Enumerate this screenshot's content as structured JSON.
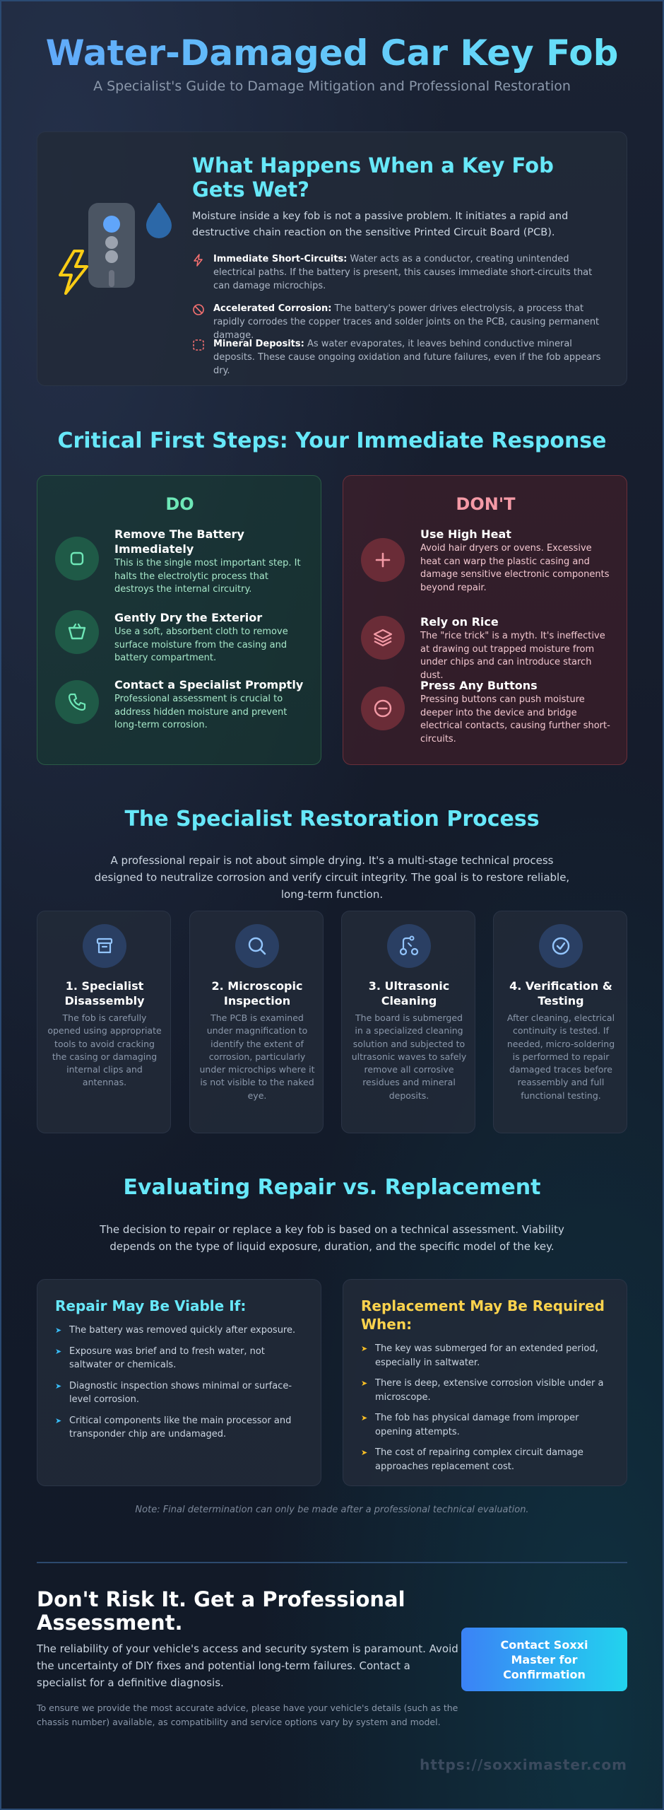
{
  "hero": {
    "title": "Water-Damaged Car Key Fob",
    "subtitle": "A Specialist's Guide to Damage Mitigation and Professional Restoration"
  },
  "intro": {
    "illustration_icon": "key-fob-water-lightning-icon",
    "title": "What Happens When a Key Fob Gets Wet?",
    "body": "Moisture inside a key fob is not a passive problem. It initiates a rapid and destructive chain reaction on the sensitive Printed Circuit Board (PCB).",
    "risks": [
      {
        "icon": "lightning-icon",
        "title": "Immediate Short-Circuits:",
        "text": " Water acts as a conductor, creating unintended electrical paths. If the battery is present, this causes immediate short-circuits that can damage microchips."
      },
      {
        "icon": "prohibited-icon",
        "title": "Accelerated Corrosion:",
        "text": " The battery's power drives electrolysis, a process that rapidly corrodes the copper traces and solder joints on the PCB, causing permanent damage."
      },
      {
        "icon": "dotted-square-icon",
        "title": "Mineral Deposits:",
        "text": " As water evaporates, it leaves behind conductive mineral deposits. These cause ongoing oxidation and future failures, even if the fob appears dry."
      }
    ]
  },
  "first_steps": {
    "title": "Critical First Steps: Your Immediate Response",
    "do": {
      "heading": "DO",
      "items": [
        {
          "icon": "battery-icon",
          "title": "Remove The Battery Immediately",
          "text": "This is the single most important step. It halts the electrolytic process that destroys the internal circuitry."
        },
        {
          "icon": "basket-icon",
          "title": "Gently Dry the Exterior",
          "text": "Use a soft, absorbent cloth to remove surface moisture from the casing and battery compartment."
        },
        {
          "icon": "phone-icon",
          "title": "Contact a Specialist Promptly",
          "text": "Professional assessment is crucial to address hidden moisture and prevent long-term corrosion."
        }
      ]
    },
    "dont": {
      "heading": "DON'T",
      "items": [
        {
          "icon": "plus-icon",
          "title": "Use High Heat",
          "text": "Avoid hair dryers or ovens. Excessive heat can warp the plastic casing and damage sensitive electronic components beyond repair."
        },
        {
          "icon": "layers-icon",
          "title": "Rely on Rice",
          "text": "The \"rice trick\" is a myth. It's ineffective at drawing out trapped moisture from under chips and can introduce starch dust."
        },
        {
          "icon": "minus-circle-icon",
          "title": "Press Any Buttons",
          "text": "Pressing buttons can push moisture deeper into the device and bridge electrical contacts, causing further short-circuits."
        }
      ]
    }
  },
  "process": {
    "title": "The Specialist Restoration Process",
    "intro": "A professional repair is not about simple drying. It's a multi-stage technical process designed to neutralize corrosion and verify circuit integrity. The goal is to restore reliable, long-term function.",
    "steps": [
      {
        "icon": "archive-icon",
        "title": "1. Specialist Disassembly",
        "text": "The fob is carefully opened using appropriate tools to avoid cracking the casing or damaging internal clips and antennas."
      },
      {
        "icon": "magnifier-icon",
        "title": "2. Microscopic Inspection",
        "text": "The PCB is examined under magnification to identify the extent of corrosion, particularly under microchips where it is not visible to the naked eye."
      },
      {
        "icon": "ultrasonic-icon",
        "title": "3. Ultrasonic Cleaning",
        "text": "The board is submerged in a specialized cleaning solution and subjected to ultrasonic waves to safely remove all corrosive residues and mineral deposits."
      },
      {
        "icon": "check-circle-icon",
        "title": "4. Verification & Testing",
        "text": "After cleaning, electrical continuity is tested. If needed, micro-soldering is performed to repair damaged traces before reassembly and full functional testing."
      }
    ]
  },
  "evaluation": {
    "title": "Evaluating Repair vs. Replacement",
    "intro": "The decision to repair or replace a key fob is based on a technical assessment. Viability depends on the type of liquid exposure, duration, and the specific model of the key.",
    "repair": {
      "heading": "Repair May Be Viable If:",
      "items": [
        "The battery was removed quickly after exposure.",
        "Exposure was brief and to fresh water, not saltwater or chemicals.",
        "Diagnostic inspection shows minimal or surface-level corrosion.",
        "Critical components like the main processor and transponder chip are undamaged."
      ]
    },
    "replace": {
      "heading": "Replacement May Be Required When:",
      "items": [
        "The key was submerged for an extended period, especially in saltwater.",
        "There is deep, extensive corrosion visible under a microscope.",
        "The fob has physical damage from improper opening attempts.",
        "The cost of repairing complex circuit damage approaches replacement cost."
      ]
    },
    "note": "Note: Final determination can only be made after a professional technical evaluation."
  },
  "cta": {
    "title": "Don't Risk It. Get a Professional Assessment.",
    "body": "The reliability of your vehicle's access and security system is paramount. Avoid the uncertainty of DIY fixes and potential long-term failures. Contact a specialist for a definitive diagnosis.",
    "small": "To ensure we provide the most accurate advice, please have your vehicle's details (such as the chassis number) available, as compatibility and service options vary by system and model.",
    "button_label": "Contact Soxxi Master for Confirmation"
  },
  "footer": {
    "url": "https://soxximaster.com"
  },
  "colors": {
    "accent_cyan": "#67e8f9",
    "accent_blue": "#60a5fa",
    "do_green": "#6ee7b7",
    "dont_red": "#f49aa6",
    "replace_yellow": "#fcd34d",
    "risk_red": "#f87171"
  }
}
